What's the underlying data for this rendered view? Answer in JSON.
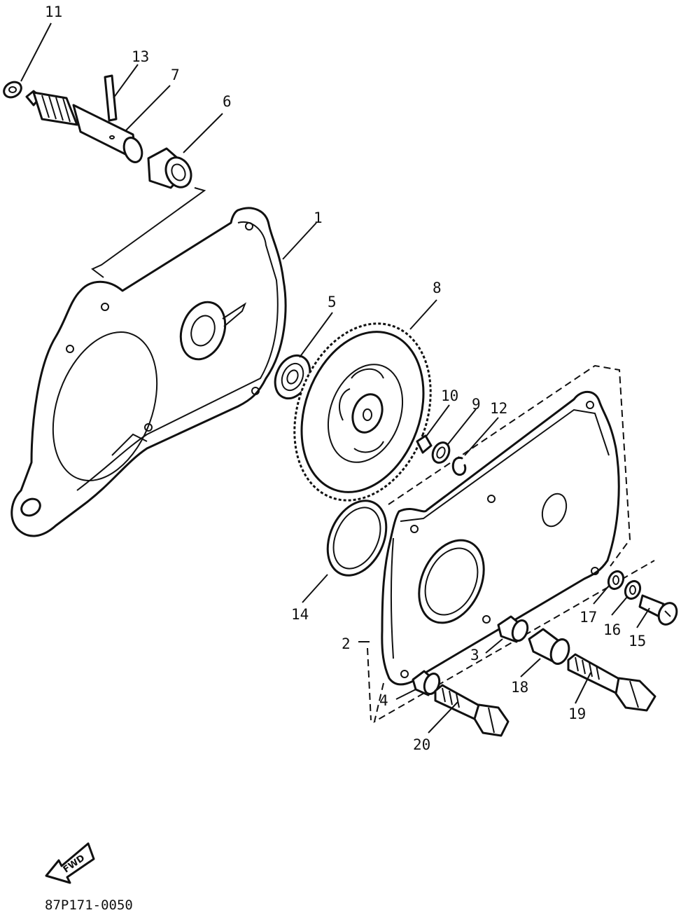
{
  "callouts": {
    "c1": "1",
    "c2": "2",
    "c3": "3",
    "c4": "4",
    "c5": "5",
    "c6": "6",
    "c7": "7",
    "c8": "8",
    "c9": "9",
    "c10": "10",
    "c11": "11",
    "c12": "12",
    "c13": "13",
    "c14": "14",
    "c15": "15",
    "c16": "16",
    "c17": "17",
    "c18": "18",
    "c19": "19",
    "c20": "20"
  },
  "direction_arrow": {
    "label": "FWD"
  },
  "diagram_code": "87P171-0050"
}
